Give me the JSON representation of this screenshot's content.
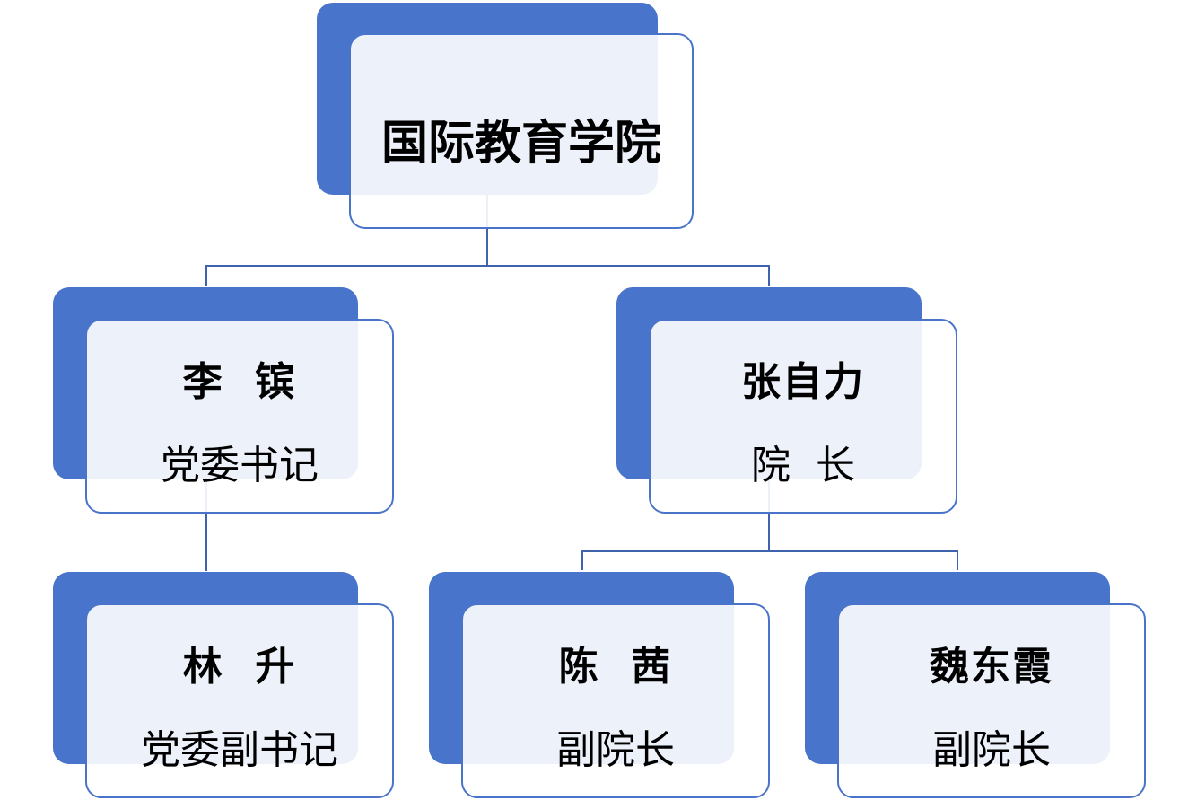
{
  "root": {
    "name": "国际教育学院"
  },
  "secretary": {
    "name": "李  镔",
    "title": "党委书记"
  },
  "dean": {
    "name": "张自力",
    "title": "院  长"
  },
  "deputy_secretary": {
    "name": "林  升",
    "title": "党委副书记"
  },
  "vice_dean_1": {
    "name": "陈  茜",
    "title": "副院长"
  },
  "vice_dean_2": {
    "name": "魏东霞",
    "title": "副院长"
  },
  "colors": {
    "accent": "#4874cb",
    "line": "#3f63ad"
  }
}
